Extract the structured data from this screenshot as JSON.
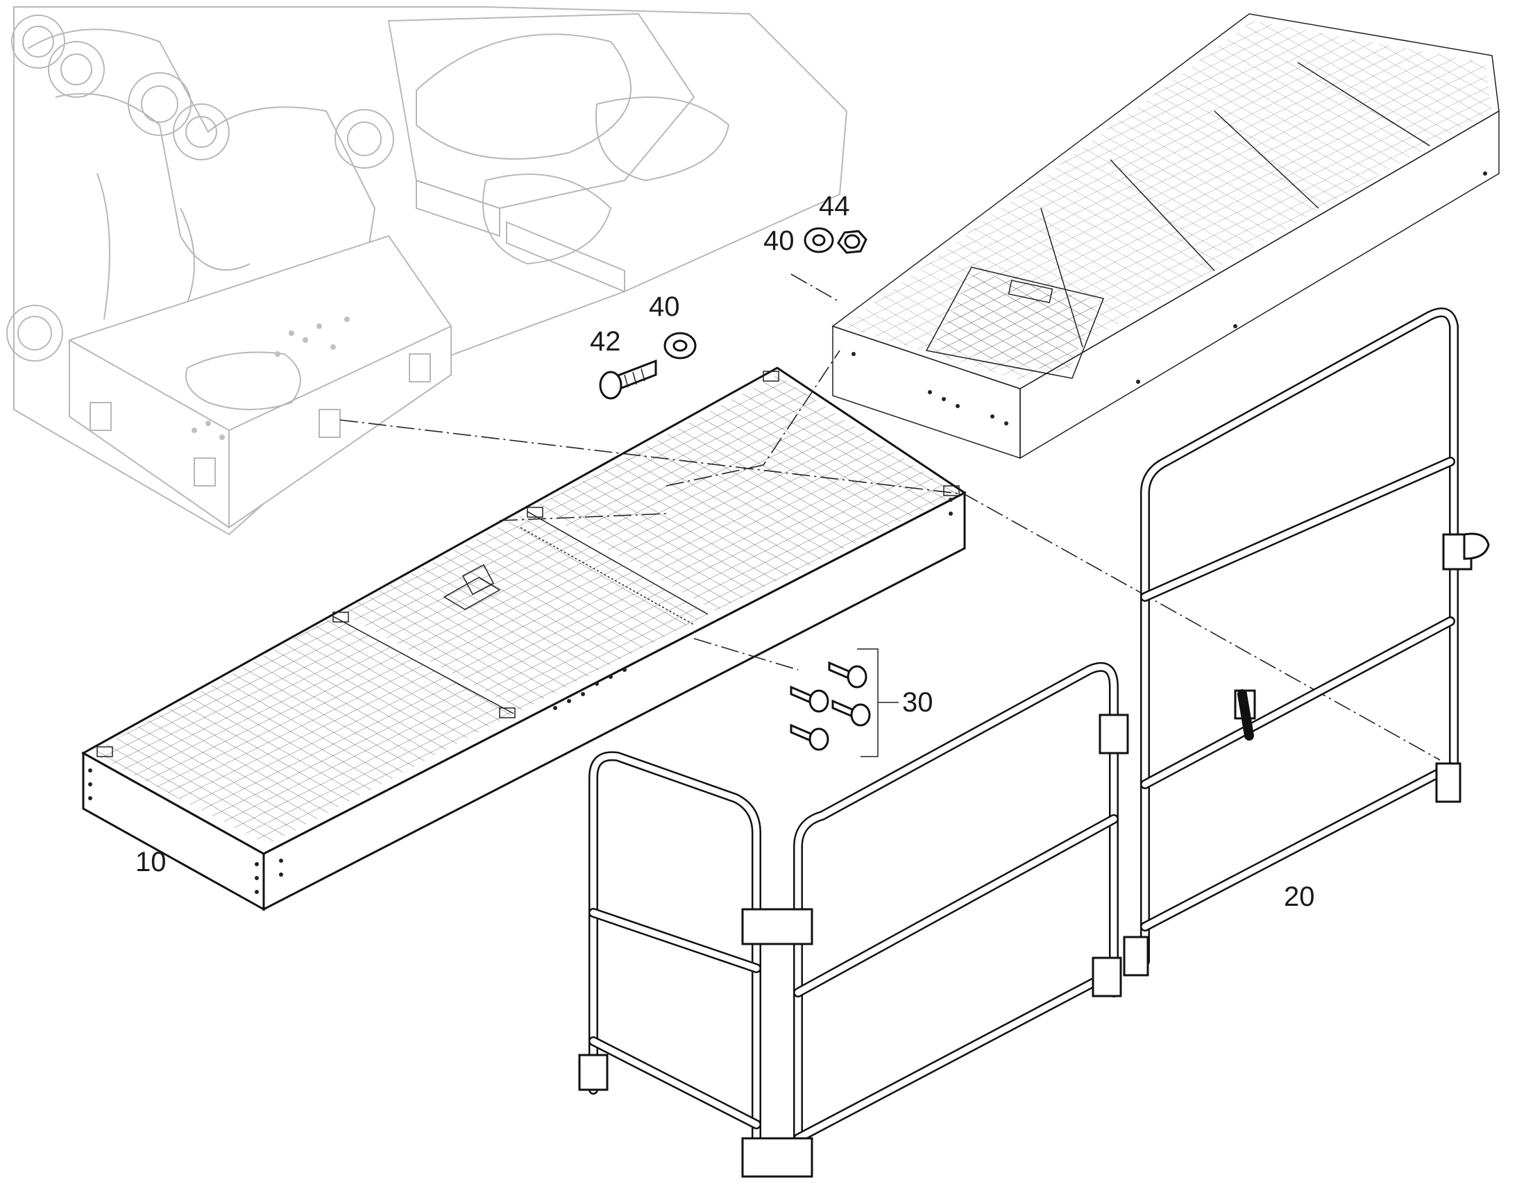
{
  "diagram": {
    "callouts": {
      "platform": "10",
      "railing": "20",
      "screws": "30",
      "washer_upper": "40",
      "washer_lower": "40",
      "bolt": "42",
      "nut": "44"
    }
  }
}
